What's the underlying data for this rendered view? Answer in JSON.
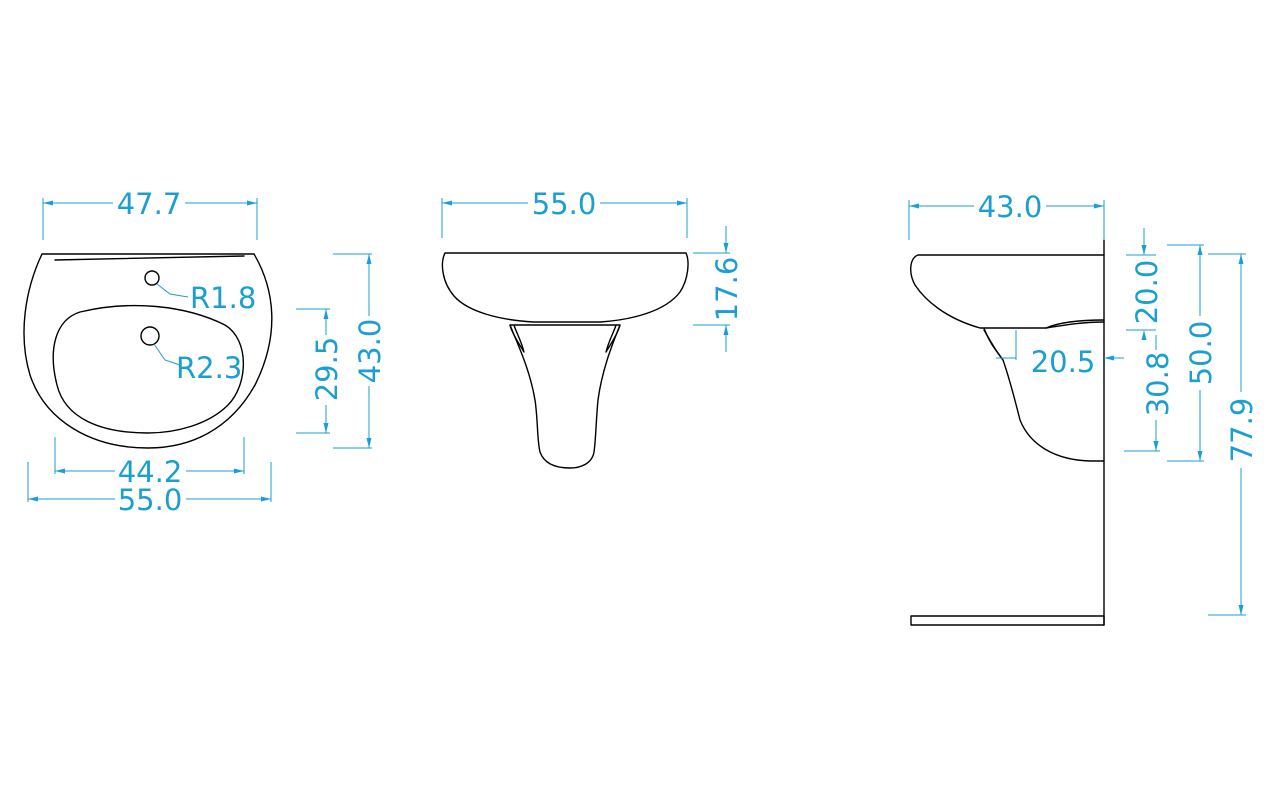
{
  "colors": {
    "outline": "#000000",
    "dimension": "#1a9fd0",
    "background": "#ffffff"
  },
  "top_view": {
    "width_top": "47.7",
    "radius_tap_hole": "R1.8",
    "radius_drain": "R2.3",
    "bowl_depth": "29.5",
    "overall_depth": "43.0",
    "bowl_width": "44.2",
    "overall_width": "55.0"
  },
  "front_view": {
    "overall_width": "55.0",
    "basin_height": "17.6"
  },
  "side_view": {
    "overall_depth": "43.0",
    "basin_rim_drop": "20.0",
    "pedestal_offset": "20.5",
    "drain_height": "30.8",
    "top_to_pedestal_bottom": "50.0",
    "overall_height": "77.9"
  }
}
